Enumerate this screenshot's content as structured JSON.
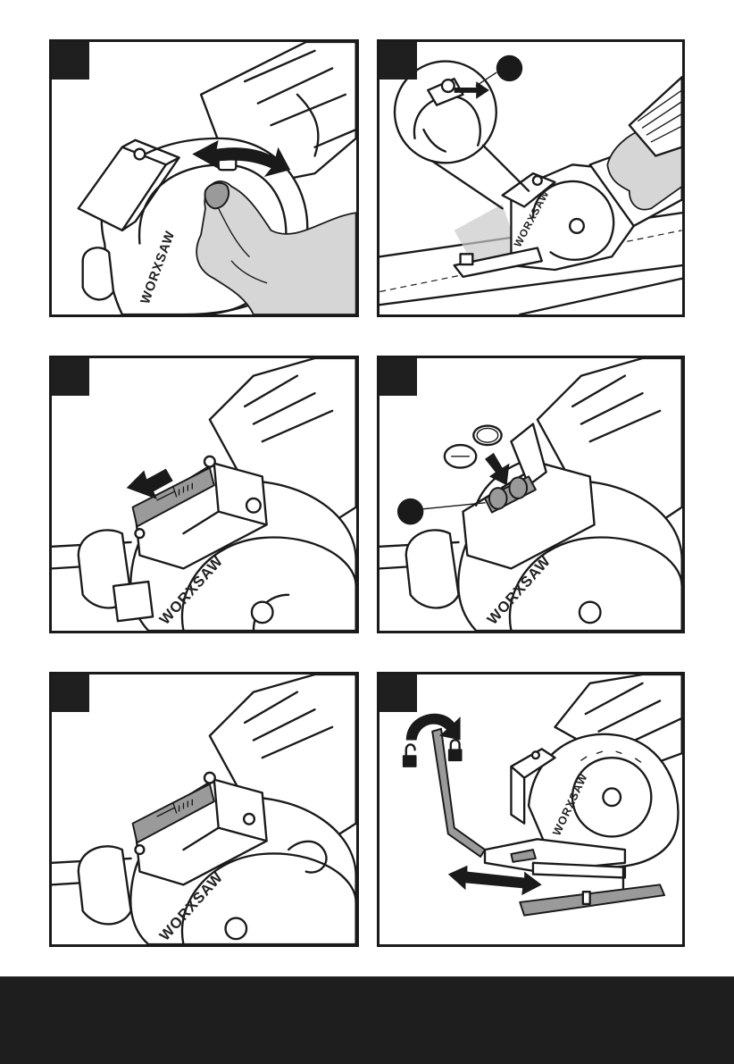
{
  "panels": [
    {
      "id": "fig1",
      "saw_brand": "WORXSAW"
    },
    {
      "id": "fig2",
      "saw_brand": "WORXSAW",
      "brand_partial": "W"
    },
    {
      "id": "fig3",
      "saw_brand": "WORXSAW"
    },
    {
      "id": "fig4",
      "saw_brand": "WORXSAW"
    },
    {
      "id": "fig5",
      "saw_brand": "WORXSAW"
    },
    {
      "id": "fig6",
      "saw_brand": "WORXSAW"
    }
  ],
  "colors": {
    "ink": "#1a1a1a",
    "tag": "#1f1f1f",
    "footer": "#1e1e1e",
    "grey_fill": "#9a9a9a",
    "light_grey": "#d6d6d6"
  },
  "icons": [
    "double-arrow-icon",
    "push-arrow-icon",
    "unlock-icon",
    "lock-icon",
    "rotate-arrow-icon"
  ]
}
